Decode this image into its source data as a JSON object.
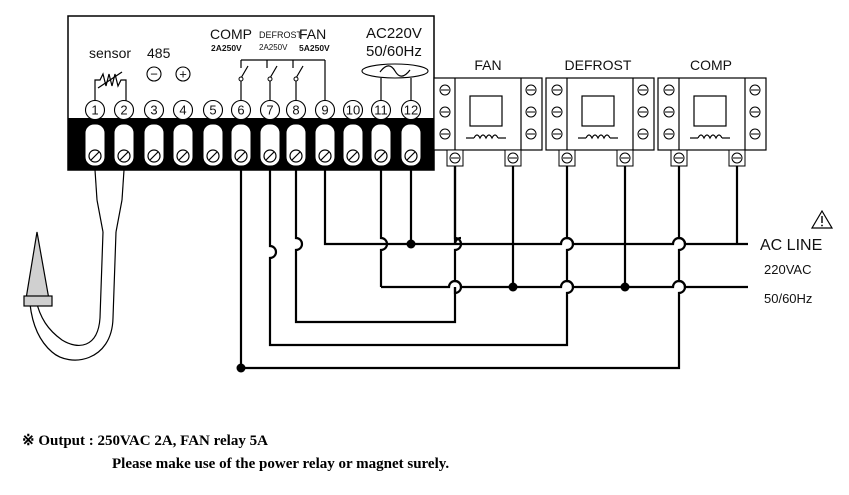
{
  "controller": {
    "sensor_label": "sensor",
    "rs485_label": "485",
    "minus_symbol": "−",
    "plus_symbol": "+",
    "relay_comp": {
      "name": "COMP",
      "rating": "2A250V"
    },
    "relay_defrost": {
      "name": "DEFROST",
      "rating": "2A250V"
    },
    "relay_fan": {
      "name": "FAN",
      "rating": "5A250V"
    },
    "power_label": "AC220V",
    "power_freq": "50/60Hz",
    "terminals": [
      "1",
      "2",
      "3",
      "4",
      "5",
      "6",
      "7",
      "8",
      "9",
      "10",
      "11",
      "12"
    ]
  },
  "loads": [
    {
      "name": "FAN"
    },
    {
      "name": "DEFROST"
    },
    {
      "name": "COMP"
    }
  ],
  "ac_line": {
    "label": "AC LINE",
    "voltage": "220VAC",
    "frequency": "50/60Hz"
  },
  "footer": {
    "symbol": "※",
    "line1": "Output : 250VAC 2A, FAN relay 5A",
    "line2": "Please make use of the power relay or magnet surely."
  }
}
